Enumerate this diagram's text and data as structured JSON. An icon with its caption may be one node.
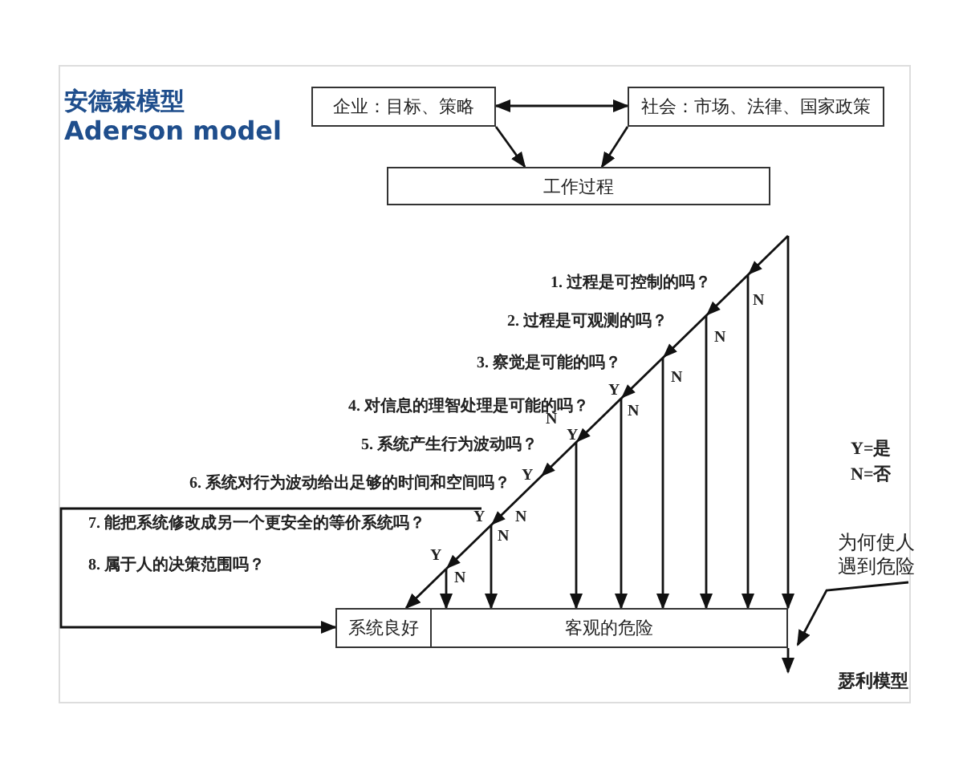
{
  "diagram": {
    "title": "安德森模型",
    "nodes": [
      {
        "text": [
          "企业：目标、策略"
        ]
      },
      {
        "text": [
          "社会：市场、法律、国家政策"
        ]
      },
      {
        "text": [
          "工作过程"
        ]
      },
      {
        "text": [
          "系统良好"
        ]
      },
      {
        "text": [
          "客观的危险"
        ]
      },
      {
        "text": [
          "为何使人遇到危险"
        ]
      },
      {
        "text": [],
        "shape": "line"
      }
    ],
    "edges": [
      {
        "from": 0,
        "to": 1,
        "arrow": "both"
      },
      {
        "from": 0,
        "to": 2,
        "arrow": "to"
      },
      {
        "from": 1,
        "to": 2,
        "arrow": "to"
      },
      {
        "from": 6,
        "to": 4,
        "arrow": "to"
      },
      {
        "from": 6,
        "to": 4,
        "arrow": "to"
      },
      {
        "from": 6,
        "to": 4,
        "arrow": "to"
      },
      {
        "from": 6,
        "to": 4,
        "arrow": "to"
      },
      {
        "from": 6,
        "to": 4,
        "arrow": "to"
      },
      {
        "from": 6,
        "to": 4,
        "arrow": "to"
      },
      {
        "from": 6,
        "to": 4,
        "arrow": "to"
      },
      {
        "from": 6,
        "to": 4,
        "arrow": "to"
      },
      {
        "from": 6,
        "to": 3,
        "arrow": "to"
      },
      {
        "from": 6,
        "to": 3,
        "arrow": "to"
      },
      {
        "from": 5,
        "to": 4,
        "arrow": "to"
      },
      {
        "from": 4,
        "to": null,
        "arrow": "to"
      }
    ],
    "labels": [
      "Aderson model",
      "1. 过程是可控制的吗？",
      "N",
      "2. 过程是可观测的吗？",
      "N",
      "3. 察觉是可能的吗？",
      "N",
      "Y",
      "4. 对信息的理智处理是可能的吗？",
      "N",
      "N",
      "Y",
      "5. 系统产生行为波动吗？",
      "Y=是",
      "Y",
      "N=否",
      "6. 系统对行为波动给出足够的时间和空间吗？",
      "Y",
      "N",
      "7. 能把系统修改成另一个更安全的等价系统吗？",
      "N",
      "Y",
      "8. 属于人的决策范围吗？",
      "N",
      "瑟利模型"
    ]
  }
}
